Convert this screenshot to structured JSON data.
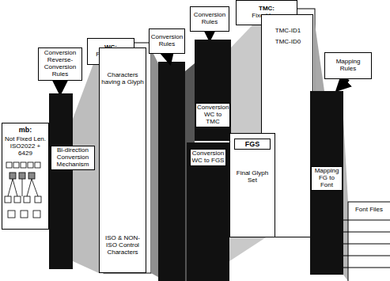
{
  "diagram": {
    "nodes": [
      {
        "text": [
          "Conversion Reverse-Conversion Rules"
        ]
      },
      {
        "text": [
          "mb:",
          "Not Fixed Len. ISO2022 + 6429"
        ]
      },
      {
        "text": [
          "Bi-direction Conversion Mechanism"
        ]
      },
      {
        "text": [
          "WC:",
          "Fixed Len."
        ]
      },
      {
        "text": [
          "Characters having a Glyph",
          "ISO & NON-ISO Control Characters"
        ]
      },
      {
        "text": [
          "Conversion Rules"
        ]
      },
      {
        "text": [
          "Conversion Rules"
        ]
      },
      {
        "text": [
          "Conversion WC to TMC"
        ]
      },
      {
        "text": [
          "Conversion WC to FGS"
        ]
      },
      {
        "text": [
          "TMC:",
          "Fixed Len."
        ]
      },
      {
        "text": [
          "TMC-ID1",
          "TMC-ID0"
        ]
      },
      {
        "text": [
          "FGS",
          "Final Glyph Set"
        ]
      },
      {
        "text": [
          "Mapping Rules"
        ]
      },
      {
        "text": [
          "Mapping FG to Font"
        ]
      },
      {
        "text": [
          "Font Files"
        ]
      }
    ],
    "edges": [
      {
        "from": 0,
        "to": 2,
        "arrow": "to"
      },
      {
        "from": 6,
        "to": 7,
        "arrow": "to"
      },
      {
        "from": 12,
        "to": 13,
        "arrow": "to"
      }
    ]
  }
}
